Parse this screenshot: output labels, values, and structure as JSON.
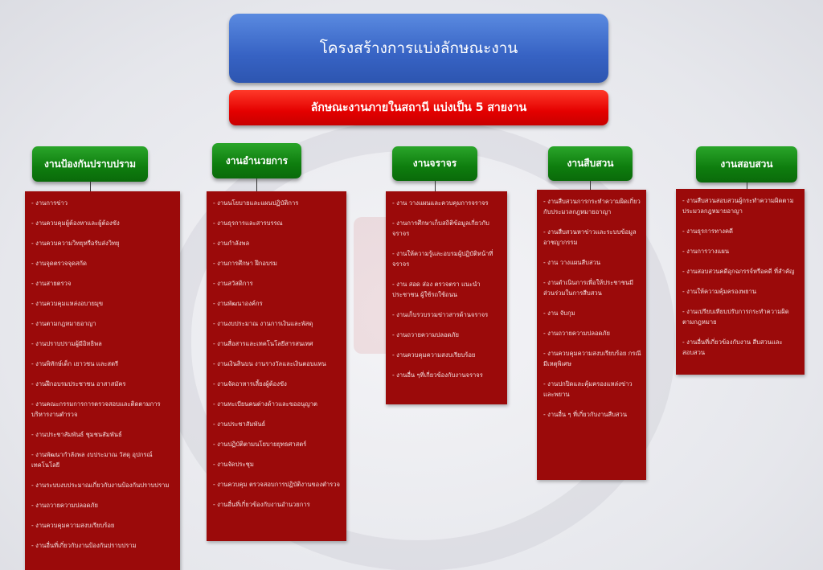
{
  "title": "โครงสร้างการแบ่งลักษณะงาน",
  "subtitle": "ลักษณะงานภายในสถานี แบ่งเป็น 5 สายงาน",
  "columns": [
    {
      "title": "งานป้องกันปราบปราม",
      "items": [
        "- งานการข่าว",
        "- งานควบคุมผู้ต้องหาและผู้ต้องขัง",
        "- งานควบความวิทยุหรือรับส่งวิทยุ",
        "- งานจุดตรวจจุดสกัด",
        "- งานสายตรวจ",
        "- งานควบคุมแหล่งอบายมุข",
        "- งานตามกฎหมายอาญา",
        "- งานปราบปรามผู้มีอิทธิพล",
        "- งานพิทักษ์เด็ก เยาวชน และสตรี",
        "- งานฝึกอบรมประชาชน อาสาสมัคร",
        "- งานคณะกรรมการการตรวจสอบและติดตามการบริหารงานตำรวจ",
        "- งานประชาสัมพันธ์ ชุมชนสัมพันธ์",
        "- งานพัฒนากำลังพล งบประมาณ วัสดุ อุปกรณ์ เทคโนโลยี",
        "- งานระบบงบประมาณเกี่ยวกับงานป้องกันปราบปราม",
        "- งานถวายความปลอดภัย",
        "- งานควบคุมความสงบเรียบร้อย",
        "- งานอื่นที่เกี่ยวกับงานป้องกันปราบปราม"
      ]
    },
    {
      "title": "งานอำนวยการ",
      "items": [
        "- งานนโยบายและแผนปฏิบัติการ",
        "- งานธุรการและสารบรรณ",
        "- งานกำลังพล",
        "- งานการศึกษา ฝึกอบรม",
        "- งานสวัสดิการ",
        "- งานพัฒนาองค์กร",
        "- งานงบประมาณ งานการเงินและพัสดุ",
        "- งานสื่อสารและเทคโนโลยีสารสนเทศ",
        "- งานเงินสินบน งานรางวัลและเงินตอบแทน",
        "- งานจัดอาหารเลี้ยงผู้ต้องขัง",
        "- งานทะเบียนคนต่างด้าวและขออนุญาต",
        "- งานประชาสัมพันธ์",
        "- งานปฏิบัติตามนโยบายยุทธศาสตร์",
        "- งานจัดประชุม",
        "- งานควบคุม ตรวจสอบการปฏิบัติงานของตำรวจ",
        "- งานอื่นที่เกี่ยวข้องกับงานอำนวยการ"
      ]
    },
    {
      "title": "งานจราจร",
      "items": [
        "- งาน วางแผนและควบคุมการจราจร",
        "- งานการศึกษาเก็บสถิติข้อมูลเกี่ยวกับจราจร",
        "- งานให้ความรู้และอบรมผู้ปฏิบัติหน้าที่จราจร",
        "- งาน สอด ส่อง ตรวจตรา แนะนำ ประชาชน ผู้ใช้รถใช้ถนน",
        "- งานเก็บรวบรวมข่าวสารด้านจราจร",
        "- งานถวายความปลอดภัย",
        "- งานควบคุมความสงบเรียบร้อย",
        "- งานอื่น ๆที่เกี่ยวข้องกับงานจราจร"
      ]
    },
    {
      "title": "งานสืบสวน",
      "items": [
        "- งานสืบสวนการกระทำความผิดเกี่ยวกับประมวลกฎหมายอาญา",
        "- งานสืบสวนหาข่าวและระบบข้อมูลอาชญากรรม",
        "- งาน วางแผนสืบสวน",
        "- งานดำเนินการเพื่อให้ประชาชนมีส่วนร่วมในการสืบสวน",
        "- งาน จับกุม",
        "- งานถวายความปลอดภัย",
        "- งานควบคุมความสงบเรียบร้อย กรณีมีเหตุพิเศษ",
        "- งานปกปิดและคุ้มครองแหล่งข่าวและพยาน",
        "- งานอื่น ๆ ที่เกี่ยวกับงานสืบสวน"
      ]
    },
    {
      "title": "งานสอบสวน",
      "items": [
        "- งานสืบสวนสอบสวนผู้กระทำความผิดตามประมวลกฎหมายอาญา",
        "- งานธุรการทางคดี",
        "- งานการวางแผน",
        "- งานสอบสวนคดีอุกฉกรรจ์หรือคดี ที่สำคัญ",
        "- งานให้ความคุ้มครองพยาน",
        "- งานเปรียบเทียบปรับการกระทำความผิดตามกฎหมาย",
        "- งานอื่นที่เกี่ยวข้องกับงาน สืบสวนและสอบสวน"
      ]
    }
  ],
  "colors": {
    "title": "#3763c4",
    "banner": "#e40000",
    "header": "#0e7d0e",
    "box": "#9b0a0a"
  }
}
